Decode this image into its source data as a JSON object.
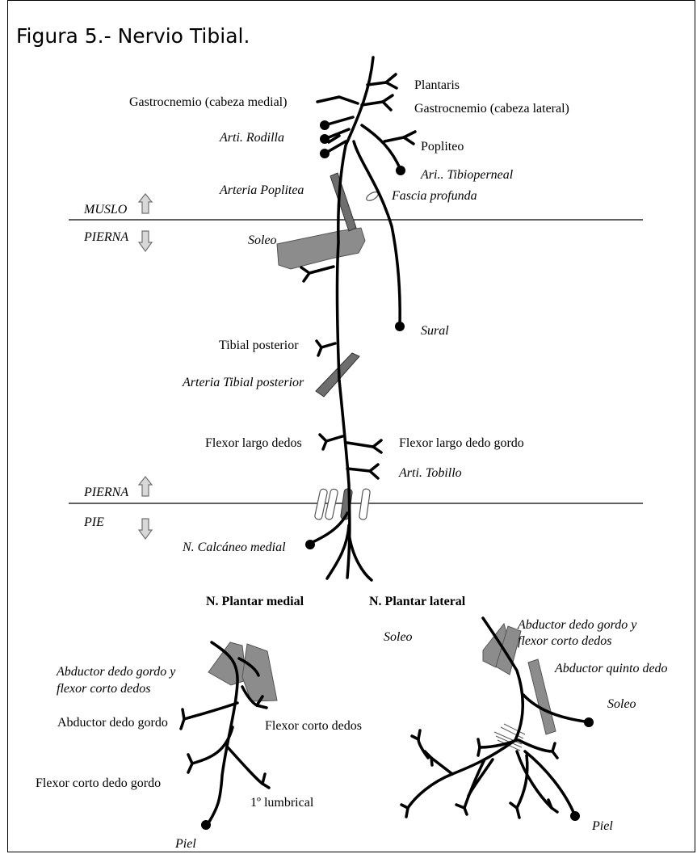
{
  "title": "Figura 5.- Nervio Tibial.",
  "colors": {
    "nerve": "#000000",
    "muscle": "#8c8c8c",
    "artery": "#6e6e6e",
    "arrow": "#9a9a9a"
  },
  "regions": {
    "muslo": "MUSLO",
    "pierna_top": "PIERNA",
    "pierna_bottom": "PIERNA",
    "pie": "PIE"
  },
  "labels": {
    "plantaris": "Plantaris",
    "gastro_lateral": "Gastrocnemio (cabeza lateral)",
    "gastro_medial": "Gastrocnemio (cabeza medial)",
    "arti_rodilla": "Arti. Rodilla",
    "popliteo": "Popliteo",
    "tibioperneal": "Ari.. Tibioperneal",
    "arteria_poplitea": "Arteria Poplitea",
    "fascia_profunda": "Fascia profunda",
    "soleo": "Soleo",
    "sural": "Sural",
    "tibial_posterior": "Tibial posterior",
    "arteria_tibial_posterior": "Arteria Tibial posterior",
    "flexor_largo_dedos": "Flexor largo dedos",
    "flexor_largo_dedo_gordo": "Flexor largo dedo gordo",
    "arti_tobillo": "Arti. Tobillo",
    "calcaneo_medial": "N. Calcáneo medial",
    "plantar_medial": "N. Plantar medial",
    "plantar_lateral": "N. Plantar lateral",
    "soleo_left": "Soleo",
    "abductor_fcd_1": "Abductor dedo gordo y",
    "abductor_fcd_2": "flexor corto dedos",
    "abductor_fcd_r1": "Abductor dedo gordo y",
    "abductor_fcd_r2": "flexor corto dedos",
    "abductor_quinto": "Abductor quinto dedo",
    "soleo_right": "Soleo",
    "abductor_dedo_gordo": "Abductor dedo gordo",
    "flexor_corto_dedos": "Flexor corto dedos",
    "flexor_corto_dedo_gordo": "Flexor corto dedo gordo",
    "lumbrical": "1º lumbrical",
    "piel_left": "Piel",
    "piel_right": "Piel"
  }
}
